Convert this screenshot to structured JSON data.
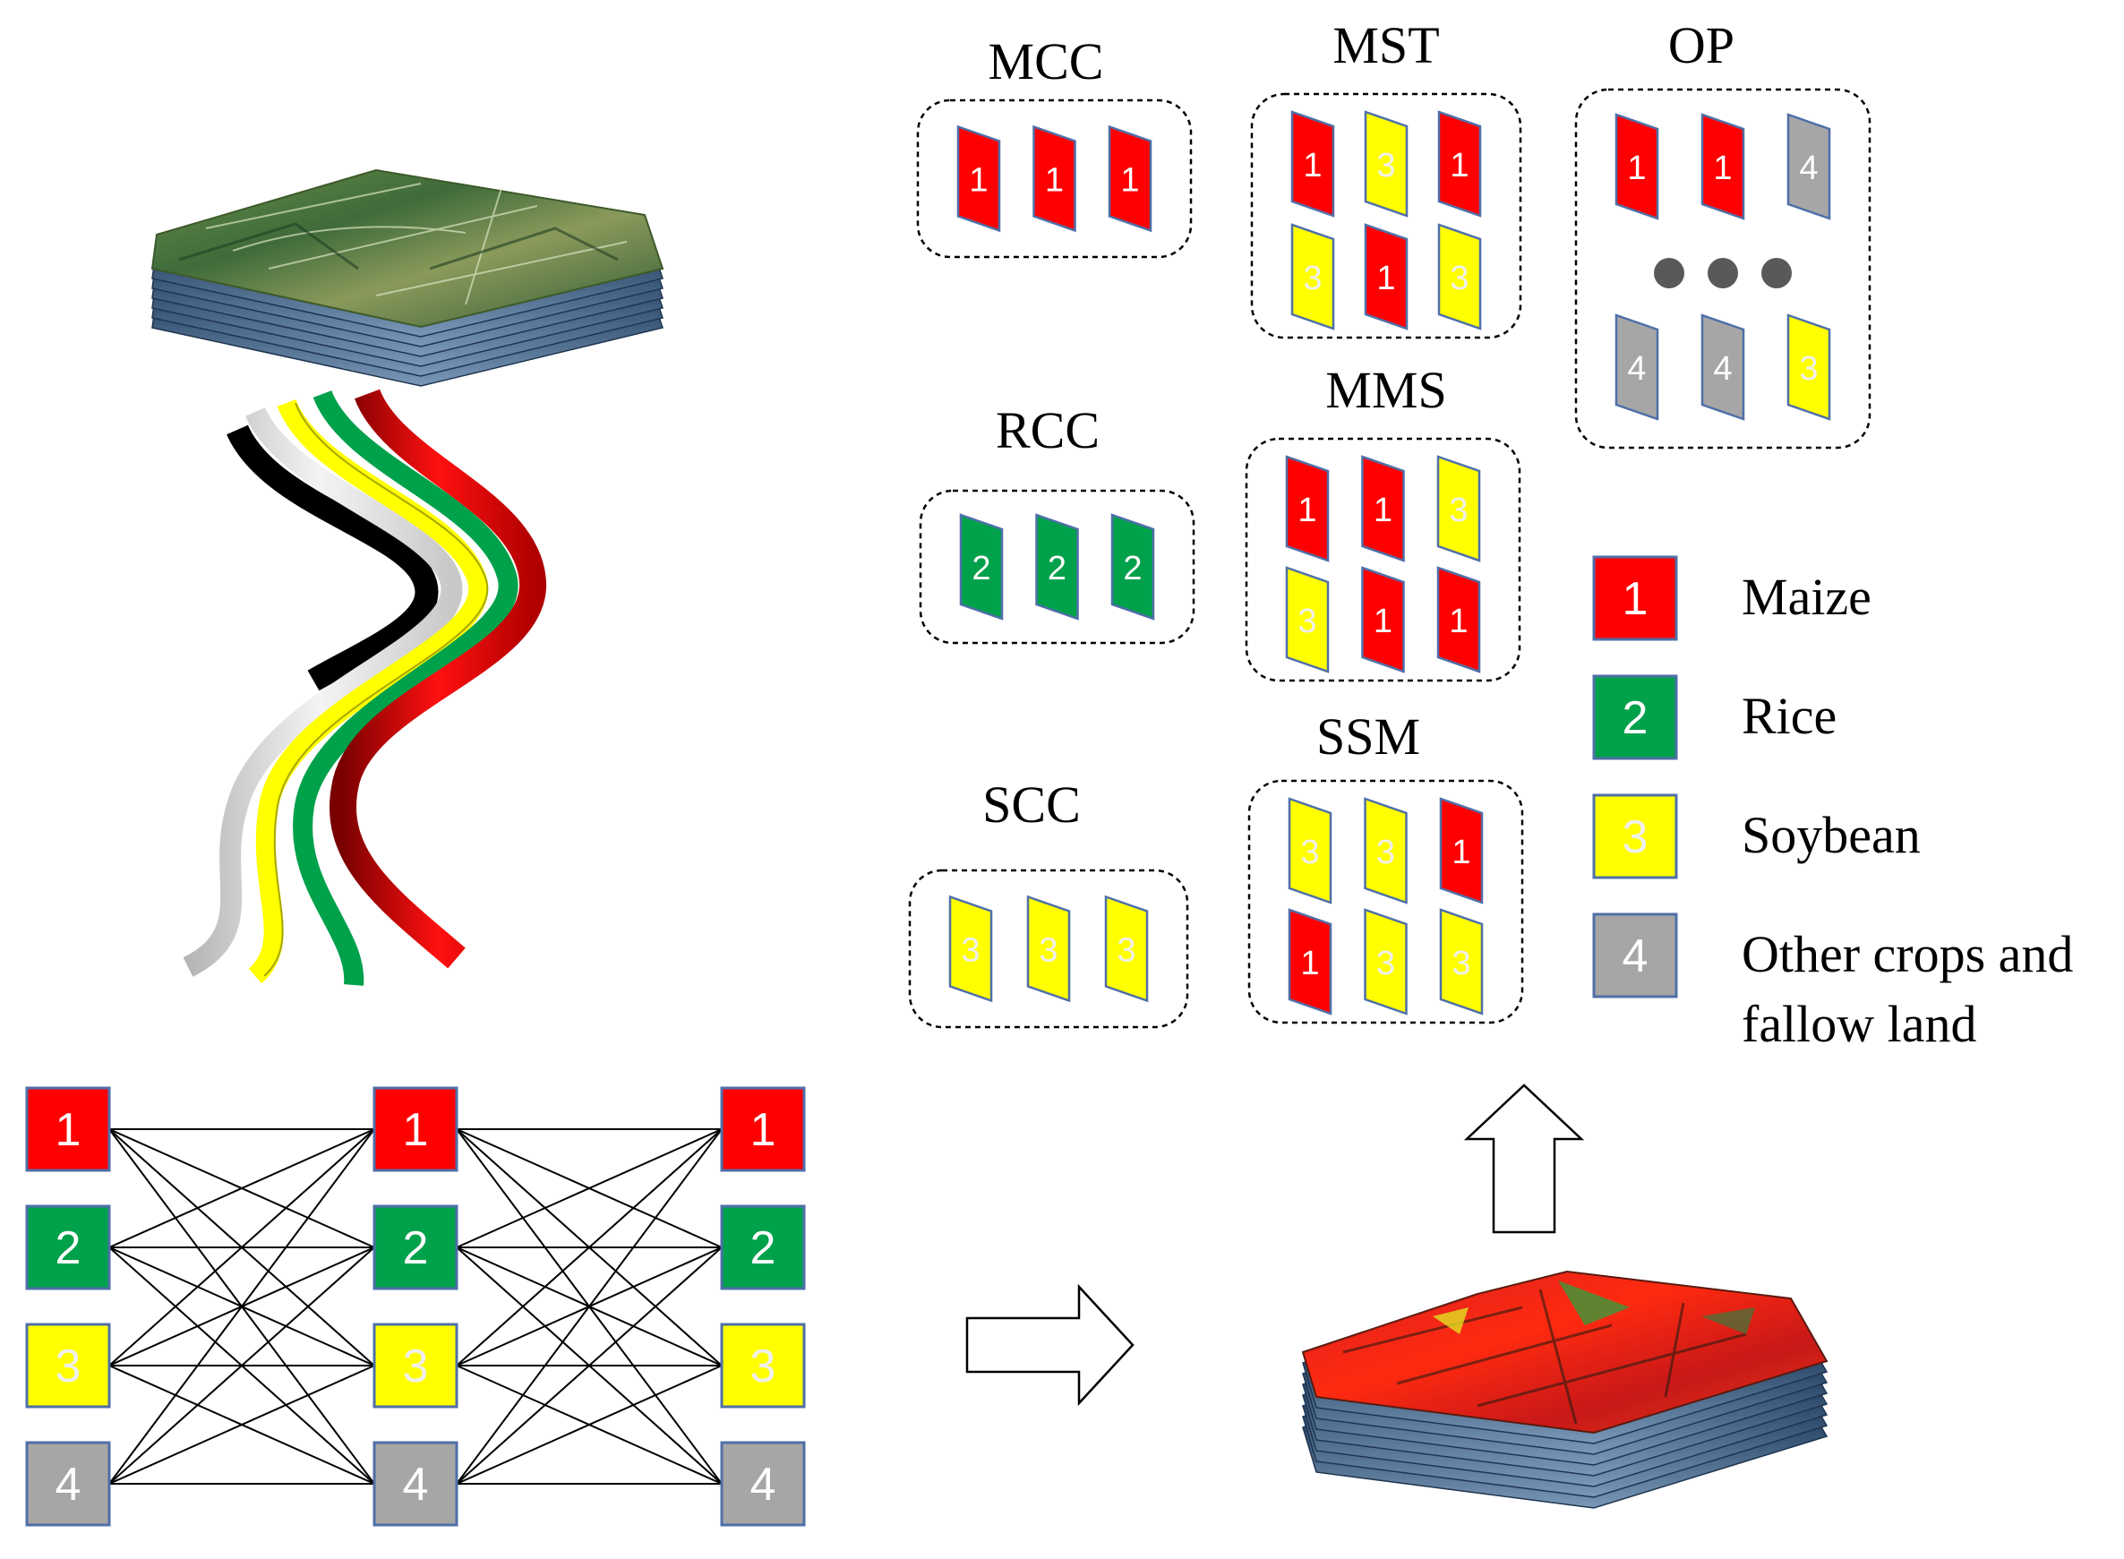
{
  "colors": {
    "1": "#ff0000",
    "2": "#00a14b",
    "3": "#ffff00",
    "4": "#a6a6a6",
    "tile_border": "#4f6fa8",
    "text_light": "#ffffff",
    "group_border": "#000000"
  },
  "groups": [
    {
      "id": "mcc",
      "title": "MCC",
      "rows": [
        [
          1,
          1,
          1
        ]
      ],
      "ellipsis": false
    },
    {
      "id": "mst",
      "title": "MST",
      "rows": [
        [
          1,
          3,
          1
        ],
        [
          3,
          1,
          3
        ]
      ],
      "ellipsis": false
    },
    {
      "id": "op",
      "title": "OP",
      "rows": [
        [
          1,
          1,
          4
        ],
        [
          4,
          4,
          3
        ]
      ],
      "ellipsis": true
    },
    {
      "id": "rcc",
      "title": "RCC",
      "rows": [
        [
          2,
          2,
          2
        ]
      ],
      "ellipsis": false
    },
    {
      "id": "mms",
      "title": "MMS",
      "rows": [
        [
          1,
          1,
          3
        ],
        [
          3,
          1,
          1
        ]
      ],
      "ellipsis": false
    },
    {
      "id": "scc",
      "title": "SCC",
      "rows": [
        [
          3,
          3,
          3
        ]
      ],
      "ellipsis": false
    },
    {
      "id": "ssm",
      "title": "SSM",
      "rows": [
        [
          3,
          3,
          1
        ],
        [
          1,
          3,
          3
        ]
      ],
      "ellipsis": false
    }
  ],
  "legend": [
    {
      "code": "1",
      "lines": [
        "Maize"
      ]
    },
    {
      "code": "2",
      "lines": [
        "Rice"
      ]
    },
    {
      "code": "3",
      "lines": [
        "Soybean"
      ]
    },
    {
      "code": "4",
      "lines": [
        "Other crops and",
        "fallow land"
      ]
    }
  ],
  "network": {
    "codes": [
      "1",
      "2",
      "3",
      "4"
    ],
    "columns": 3
  },
  "images": {
    "top_stack": "satellite image stack (green landscape)",
    "bottom_stack": "classified crop map stack (red dominant)",
    "ribbons": "crop trajectory ribbons in black, white, yellow, green and red"
  }
}
